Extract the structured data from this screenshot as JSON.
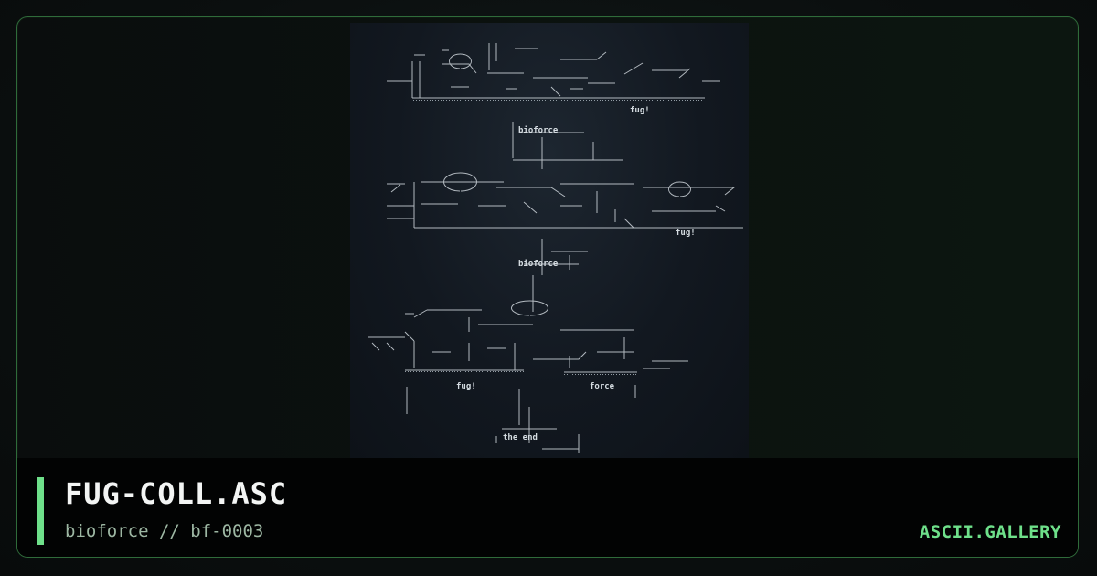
{
  "card": {
    "title": "FUG-COLL.ASC",
    "subtitle": "bioforce // bf-0003",
    "brand": "ASCII.GALLERY"
  },
  "art": {
    "labels": {
      "fug_1": "fug!",
      "bioforce_1": "bioforce",
      "fug_2": "fug!",
      "bioforce_2": "bioforce",
      "fug_3": "fug!",
      "force": "force",
      "the_end": "the end"
    }
  },
  "colors": {
    "accent": "#6ee08a",
    "border": "#2f6b3a",
    "title": "#f3f5f4",
    "subtitle": "#9db7a3",
    "art_ink": "#d6dde2"
  }
}
